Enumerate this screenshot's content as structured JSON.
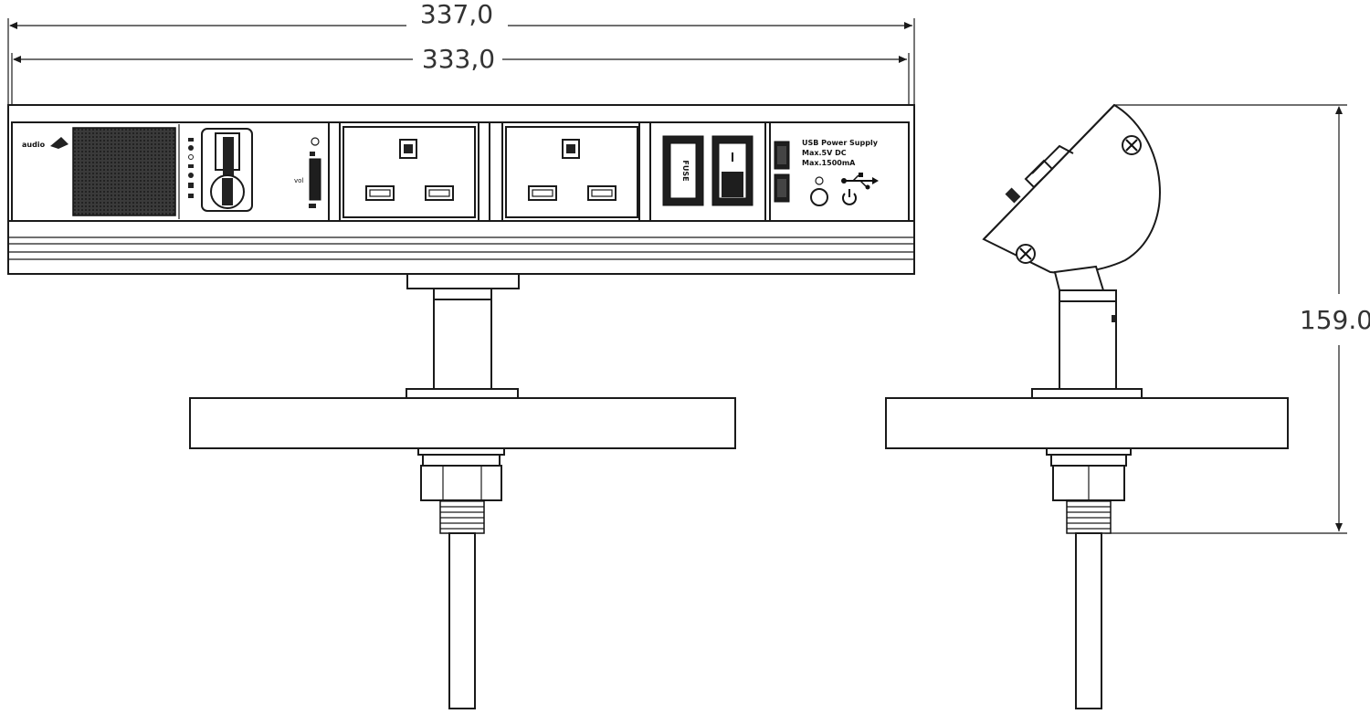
{
  "dimensions": {
    "overall_width": "337,0",
    "inner_width": "333,0",
    "height": "159.0"
  },
  "front_panel": {
    "brand_label": "audio",
    "volume_label": "vol",
    "fuse_label": "FUSE",
    "usb_info": {
      "line1": "USB Power Supply",
      "line2": "Max.5V DC",
      "line3": "Max.1500mA"
    }
  },
  "icons": {
    "usb": "usb-symbol-icon",
    "power": "power-symbol-icon",
    "speaker": "speaker-grille-icon",
    "socket": "uk-socket-icon"
  }
}
